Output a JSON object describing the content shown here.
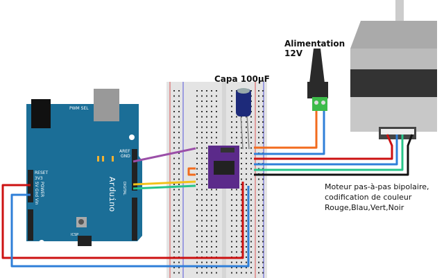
{
  "labels": {
    "capacitor": "Capa 100µF",
    "power_line1": "Alimentation",
    "power_line2": "12V",
    "motor_line1": "Moteur pas-à-pas bipolaire,",
    "motor_line2": "codification de couleur",
    "motor_line3": "Rouge,Blau,Vert,Noir"
  },
  "arduino": {
    "name": "Arduino",
    "pwr_sel": "PWM SEL",
    "reset": "RESET",
    "v33": "3V3",
    "power": "POWER",
    "power_pins": "5V Gnd Vin",
    "aref": "AREF",
    "gnd": "GND",
    "digital": "DIGITAL",
    "icsp": "ICSP",
    "board_color": "#1b6e97"
  },
  "wire_colors": {
    "red": "#cc1111",
    "blue": "#2f7fd8",
    "purple": "#9b4fa8",
    "yellow": "#f2c21a",
    "green": "#27c48a",
    "orange": "#f26b1d",
    "black": "#111111"
  }
}
